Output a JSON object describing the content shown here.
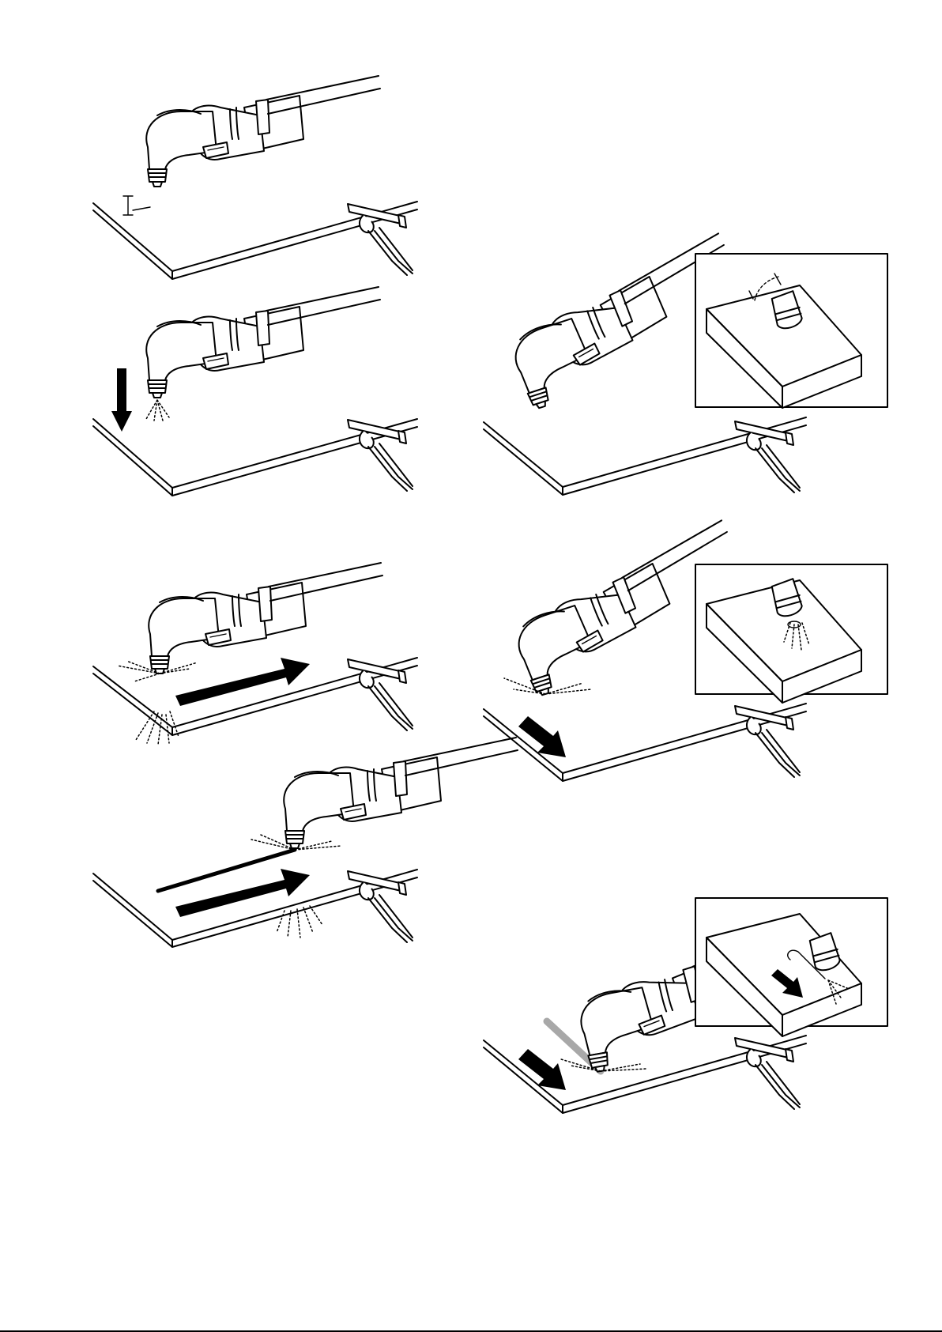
{
  "figure": {
    "steps": [
      {
        "id": "hold-standoff",
        "column": "left",
        "order": 1
      },
      {
        "id": "press-trigger",
        "column": "left",
        "order": 2
      },
      {
        "id": "start-cut-at-edge",
        "column": "left",
        "order": 3
      },
      {
        "id": "continue-cut",
        "column": "left",
        "order": 4
      },
      {
        "id": "pierce-angle",
        "column": "right",
        "order": 1,
        "inset": "angled-torch-inset"
      },
      {
        "id": "pierce-upright",
        "column": "right",
        "order": 2,
        "inset": "pierce-inset"
      },
      {
        "id": "drag-cut",
        "column": "right",
        "order": 3,
        "inset": "drag-inset"
      }
    ],
    "icons": [
      "plasma-torch-icon",
      "workpiece-plate-icon",
      "ground-clamp-icon",
      "direction-arrow-icon",
      "spark-spray-icon"
    ],
    "colors": {
      "line": "#000000",
      "background": "#ffffff",
      "guide_bar": "#a8a8a8"
    }
  }
}
